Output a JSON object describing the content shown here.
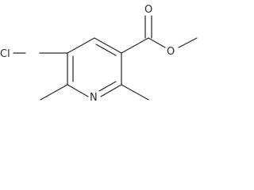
{
  "molecule": {
    "atoms": {
      "chlorine": "Cl",
      "ring_nitrogen": "N",
      "carbonyl_oxygen": "O",
      "ester_oxygen": "O"
    }
  }
}
